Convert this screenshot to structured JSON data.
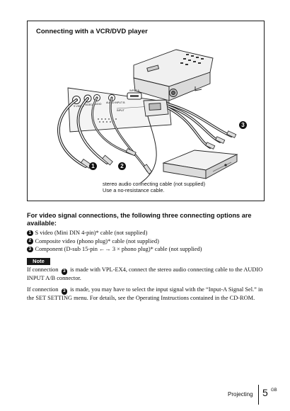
{
  "figure": {
    "title": "Connecting with a VCR/DVD player",
    "panel_labels": [
      "S VIDEO",
      "VIDEO",
      "AUDIO",
      "AUDIO INPUT B",
      "INPUT A",
      "INPUT"
    ],
    "callouts": [
      "1",
      "2",
      "3"
    ],
    "caption_line1": "stereo audio connecting cable (not supplied)",
    "caption_line2": "Use a no-resistance cable."
  },
  "body": {
    "heading": "For video signal connections, the following three connecting options are available:",
    "options": [
      {
        "num": "1",
        "text": "S video (Mini DIN 4-pin)* cable (not supplied)"
      },
      {
        "num": "2",
        "text": "Composite video (phono plug)* cable (not supplied)"
      },
      {
        "num": "3",
        "text": "Component (D-sub 15-pin ←→ 3 × phono plug)* cable (not supplied)"
      }
    ]
  },
  "note": {
    "label": "Note",
    "para1_pre": "If connection",
    "para1_num": "3",
    "para1_post": "is made with VPL-EX4, connect the stereo audio connecting cable to the AUDIO INPUT A/B connector.",
    "para2_pre": "If connection",
    "para2_num": "3",
    "para2_post": "is made, you may have to select the input signal with the “Input-A Signal Sel.” in the SET SETTING menu.  For details, see the Operating Instructions contained in the CD-ROM."
  },
  "footer": {
    "section": "Projecting",
    "page": "5",
    "region": "GB"
  }
}
